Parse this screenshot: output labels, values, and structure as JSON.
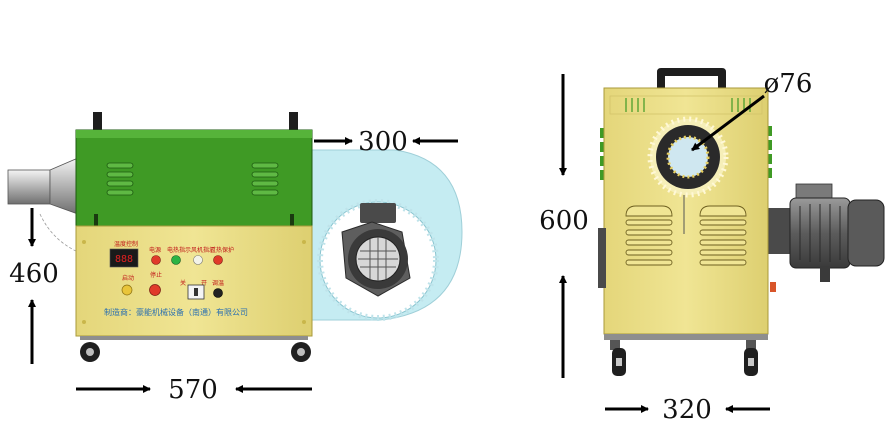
{
  "dimensions": {
    "side_top": "300",
    "side_height": "460",
    "side_width": "570",
    "front_height": "600",
    "front_width": "320",
    "outlet_diameter": "ø76"
  },
  "control_panel": {
    "display_label": "温度控制",
    "display_value": "888",
    "indicator_labels": [
      "电源",
      "电热指示",
      "风机指示",
      "过热保护"
    ],
    "switch_labels": [
      "启动",
      "停止",
      "关",
      "开"
    ],
    "knob_label": "调温",
    "maker_text": "制造商：豪能机械设备（南通）有限公司"
  },
  "colors": {
    "body_yellow": "#ece18a",
    "hood_green": "#3f9a25",
    "fan_cyan": "#c5ecf2",
    "handle_black": "#1e1e1e",
    "motor_grey": "#6e6e6e"
  }
}
